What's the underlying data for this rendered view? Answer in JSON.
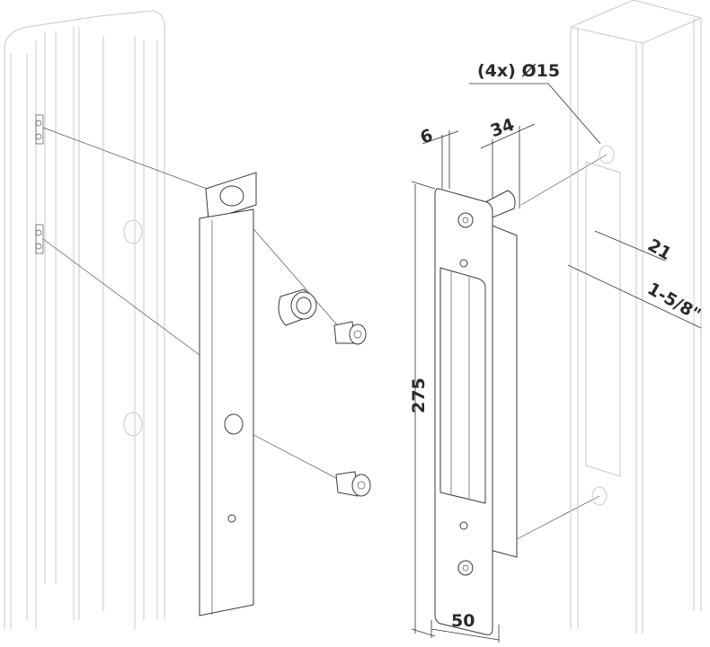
{
  "dimensions": {
    "hole_callout": "(4x) Ø15",
    "plate_offset": "6",
    "depth": "34",
    "hole_offset": "21",
    "post_width": "1-5/8\"",
    "height": "275",
    "width": "50"
  },
  "colors": {
    "line": "#3a3a3a",
    "ghost": "#c8c8c8",
    "text": "#2a2a2a"
  }
}
